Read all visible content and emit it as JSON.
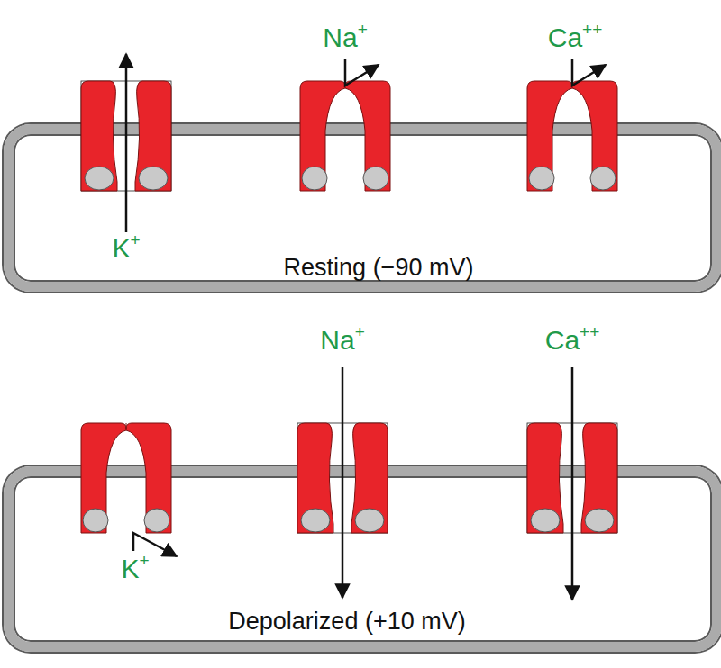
{
  "diagram": {
    "nodes": [
      {
        "text": [
          "Resting (−90 mV)"
        ]
      },
      {
        "text": [
          "Depolarized (+10 mV)"
        ]
      }
    ],
    "labels": [
      "Na+",
      "Ca++",
      "K+",
      "K+",
      "Na+",
      "Ca++"
    ]
  }
}
